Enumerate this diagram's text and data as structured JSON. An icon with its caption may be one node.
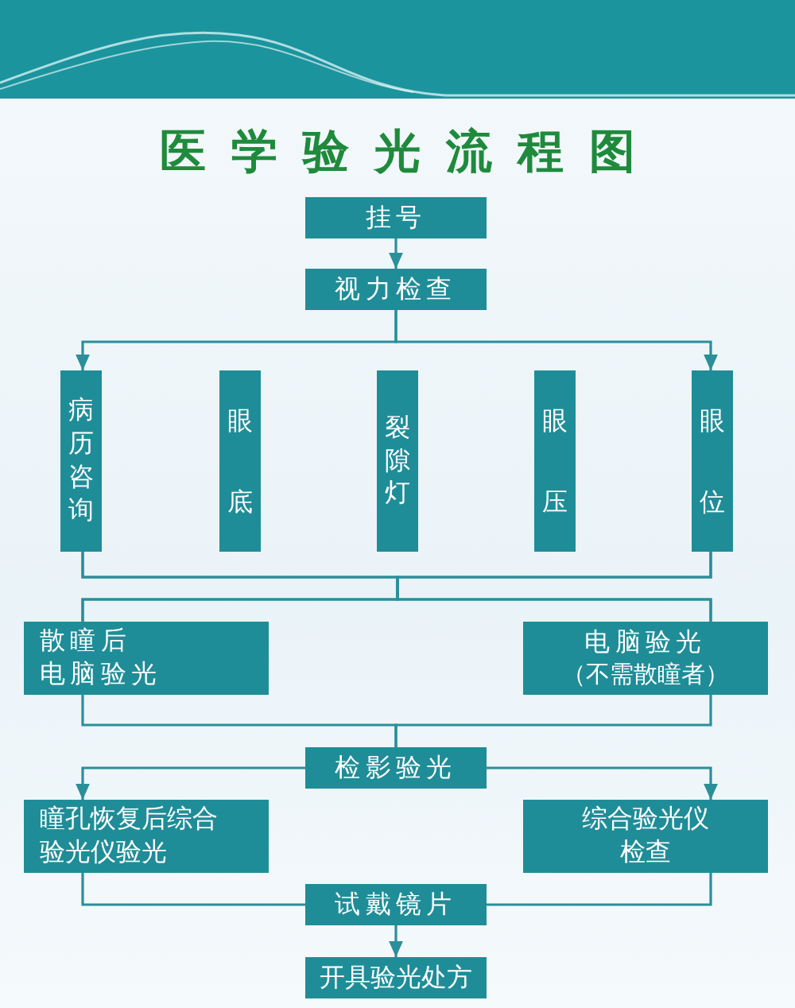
{
  "diagram": {
    "title": "医学验光流程图",
    "nodes": [
      {
        "text": [
          "挂号"
        ]
      },
      {
        "text": [
          "视力检查"
        ]
      },
      {
        "text": [
          "病历咨询"
        ]
      },
      {
        "text": [
          "眼底"
        ]
      },
      {
        "text": [
          "裂隙灯"
        ]
      },
      {
        "text": [
          "眼压"
        ]
      },
      {
        "text": [
          "眼位"
        ]
      },
      {
        "text": [
          "散瞳后",
          "电脑验光"
        ]
      },
      {
        "text": [
          "电脑验光",
          "（不需散瞳者）"
        ]
      },
      {
        "text": [
          "检影验光"
        ]
      },
      {
        "text": [
          "瞳孔恢复后综合验光仪验光"
        ]
      },
      {
        "text": [
          "综合验光仪检查"
        ]
      },
      {
        "text": [
          "试戴镜片"
        ]
      },
      {
        "text": [
          "开具验光处方"
        ]
      }
    ],
    "edges": [
      {
        "from": 0,
        "to": 1,
        "arrow": "to"
      },
      {
        "from": 1,
        "to": 2,
        "arrow": "to"
      },
      {
        "from": 1,
        "to": 6,
        "arrow": "to"
      },
      {
        "from": 2,
        "to": 7,
        "arrow": "none"
      },
      {
        "from": 2,
        "to": 8,
        "arrow": "none"
      },
      {
        "from": 6,
        "to": 7,
        "arrow": "none"
      },
      {
        "from": 6,
        "to": 8,
        "arrow": "none"
      },
      {
        "from": 7,
        "to": 9,
        "arrow": "none"
      },
      {
        "from": 8,
        "to": 9,
        "arrow": "none"
      },
      {
        "from": 9,
        "to": 10,
        "arrow": "to"
      },
      {
        "from": 9,
        "to": 11,
        "arrow": "to"
      },
      {
        "from": 10,
        "to": 12,
        "arrow": "none"
      },
      {
        "from": 11,
        "to": 12,
        "arrow": "none"
      },
      {
        "from": 12,
        "to": 13,
        "arrow": "to"
      }
    ]
  }
}
